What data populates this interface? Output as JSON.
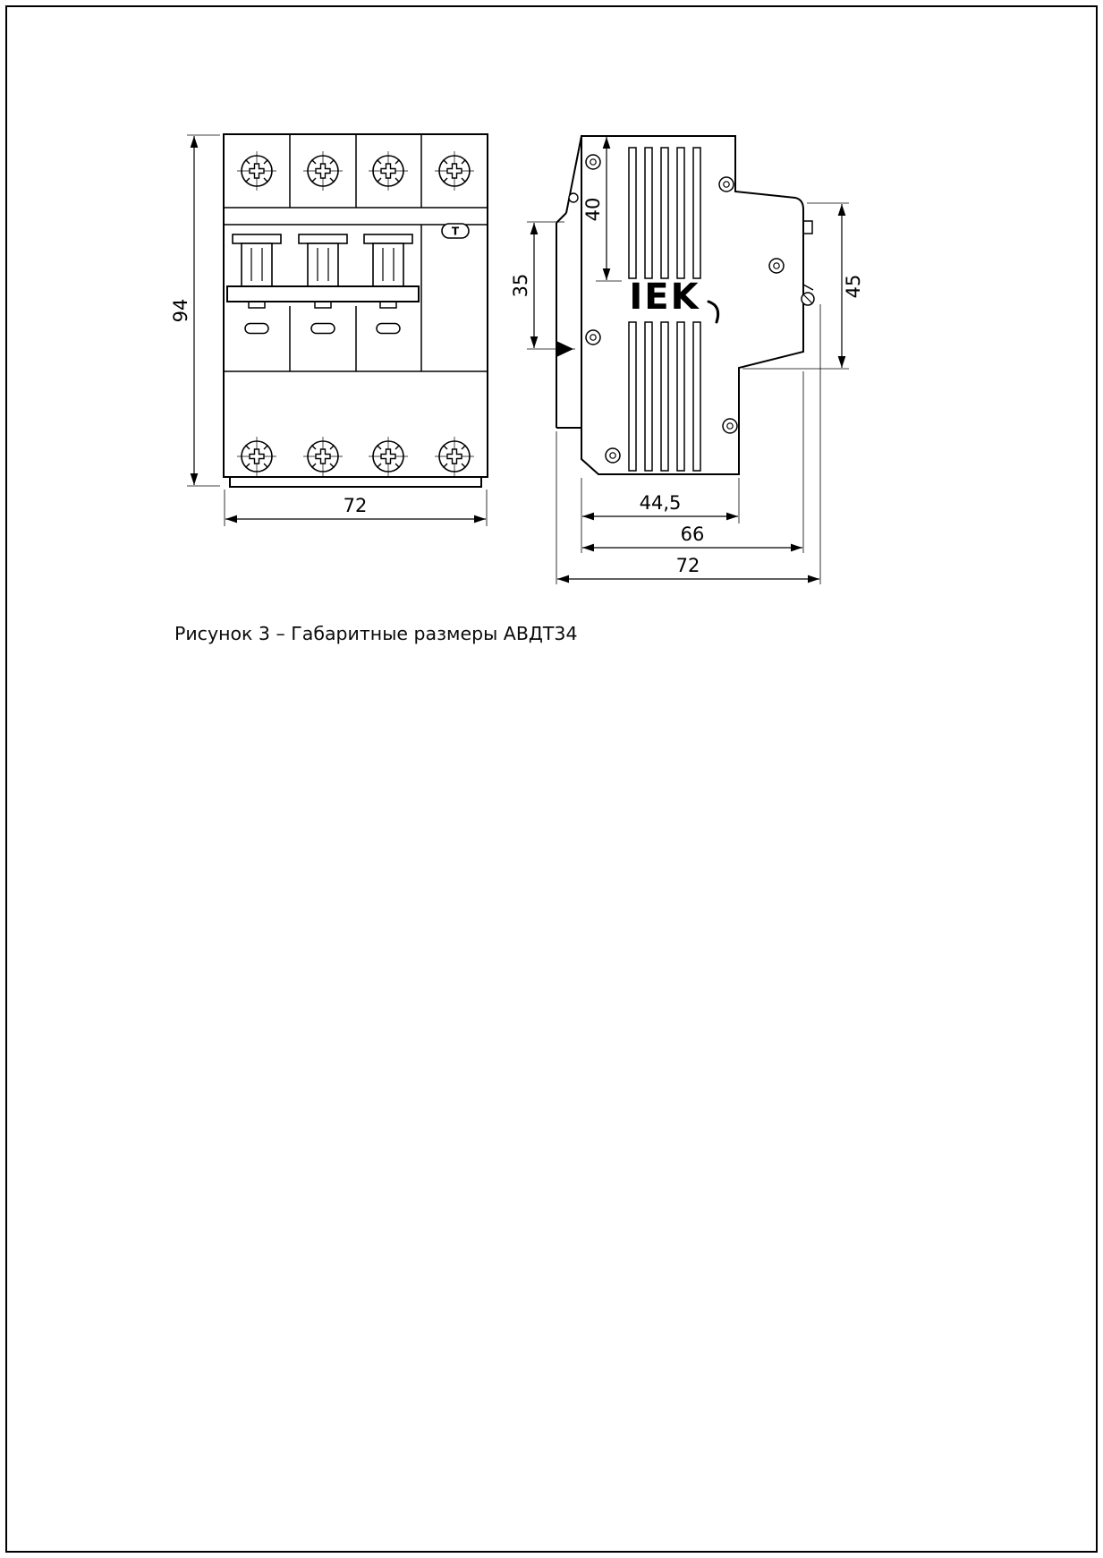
{
  "figure": {
    "caption": "Рисунок 3 – Габаритные размеры АВДТ34",
    "logo": "IEK",
    "test_button": "T",
    "dims": {
      "height94": "94",
      "width72_front": "72",
      "depth40": "40",
      "offset35": "35",
      "height45": "45",
      "depth44_5": "44,5",
      "depth66": "66",
      "width72_side": "72"
    }
  }
}
